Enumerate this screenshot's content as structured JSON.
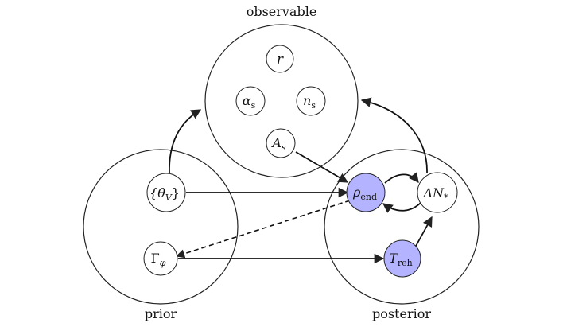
{
  "groups": {
    "observable": "observable",
    "prior": "prior",
    "posterior": "posterior"
  },
  "nodes": {
    "r": {
      "main": "r",
      "sub": ""
    },
    "alpha_s": {
      "main": "α",
      "sub": "s"
    },
    "n_s": {
      "main": "n",
      "sub": "s"
    },
    "A_s": {
      "main": "A",
      "sub": "s"
    },
    "theta_V": {
      "main": "{θ",
      "sub": "V",
      "tail": "}"
    },
    "gamma_phi": {
      "main": "Γ",
      "sub": "φ"
    },
    "rho_end": {
      "main": "ρ",
      "sub": "end"
    },
    "delta_N": {
      "main": "ΔN",
      "sub": "*"
    },
    "T_reh": {
      "main": "T",
      "sub": "reh"
    }
  },
  "colors": {
    "highlight_fill": "#b3b3ff",
    "stroke": "#222222",
    "background": "#ffffff"
  }
}
